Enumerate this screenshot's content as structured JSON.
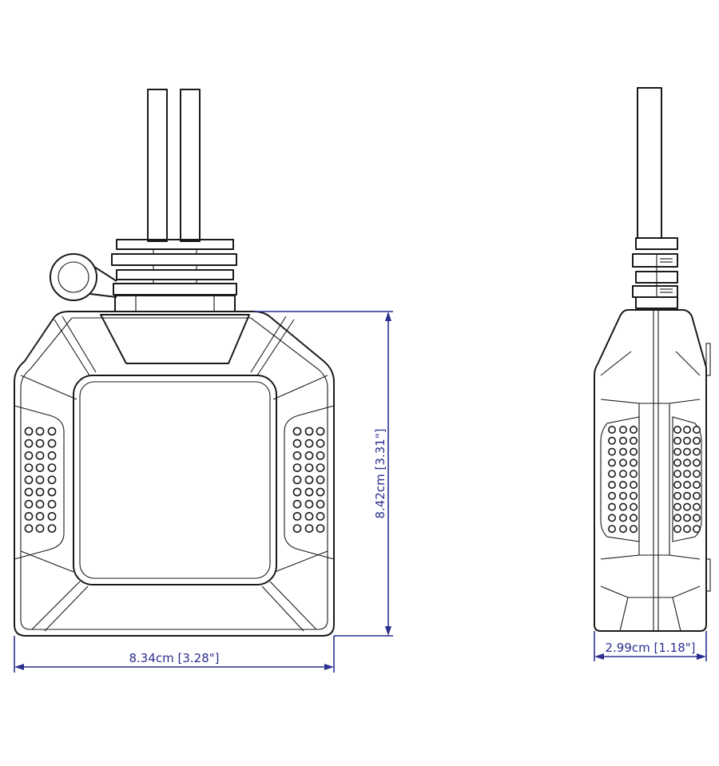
{
  "dimensions": {
    "front_width": "8.34cm  [3.28\"]",
    "front_height": "8.42cm  [3.31\"]",
    "side_depth": "2.99cm  [1.18\"]"
  },
  "colors": {
    "outline": "#1a1a1a",
    "dimension": "#2b2f8f",
    "background": "#ffffff"
  }
}
